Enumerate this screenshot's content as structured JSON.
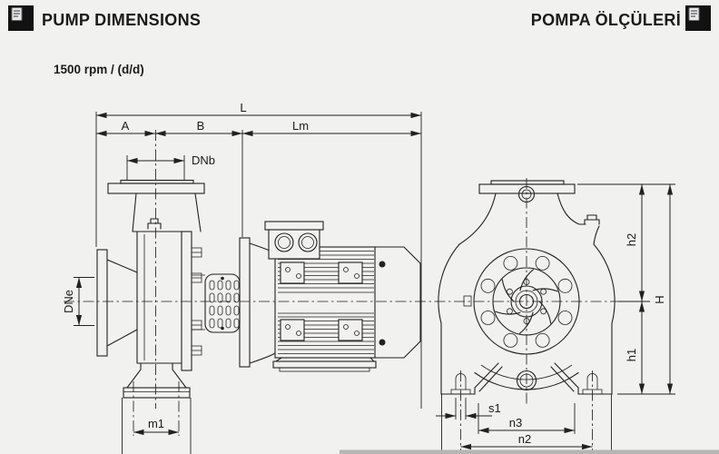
{
  "page": {
    "background": "#f1f1ef",
    "line_color": "#22211f",
    "bottom_bar_color": "#b5b5b3"
  },
  "header": {
    "title_left": "PUMP DIMENSIONS",
    "title_right": "POMPA ÖLÇÜLERİ",
    "left_icon": "document-icon",
    "right_icon": "document-icon"
  },
  "subtitle": "1500 rpm / (d/d)",
  "drawing": {
    "dimension_labels": {
      "L": "L",
      "A": "A",
      "B": "B",
      "Lm": "Lm",
      "DNb": "DNb",
      "DNe": "DNe",
      "m1": "m1",
      "h2": "h2",
      "h1": "h1",
      "H": "H",
      "s1": "s1",
      "n3": "n3",
      "n2": "n2"
    }
  }
}
